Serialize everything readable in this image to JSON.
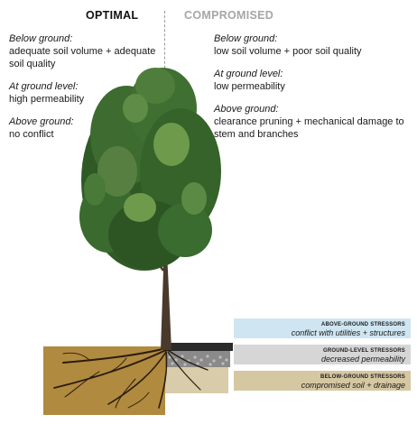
{
  "headers": {
    "optimal": "OPTIMAL",
    "compromised": "COMPROMISED"
  },
  "optimal": {
    "below_label": "Below ground:",
    "below_text": "adequate soil volume + adequate soil quality",
    "ground_label": "At ground level:",
    "ground_text": "high permeability",
    "above_label": "Above ground:",
    "above_text": "no conflict"
  },
  "compromised": {
    "below_label": "Below ground:",
    "below_text": "low soil volume + poor soil quality",
    "ground_label": "At ground level:",
    "ground_text": "low permeability",
    "above_label": "Above ground:",
    "above_text": "clearance pruning + mechanical damage to stem and branches"
  },
  "stressors": {
    "above": {
      "title": "ABOVE-GROUND STRESSORS",
      "text": "conflict with utilities + structures"
    },
    "ground": {
      "title": "GROUND-LEVEL STRESSORS",
      "text": "decreased permeability"
    },
    "below": {
      "title": "BELOW-GROUND STRESSORS",
      "text": "compromised soil + drainage"
    }
  },
  "colors": {
    "soil_optimal": "#b08a3e",
    "soil_compromised": "#d8ccaa",
    "pavement": "#2a2a2a",
    "foliage_dark": "#2f5a26",
    "foliage_light": "#6e9a4c",
    "legend_above": "#cfe6f2",
    "legend_ground": "#d6d6d6",
    "legend_below": "#d5c7a2"
  }
}
